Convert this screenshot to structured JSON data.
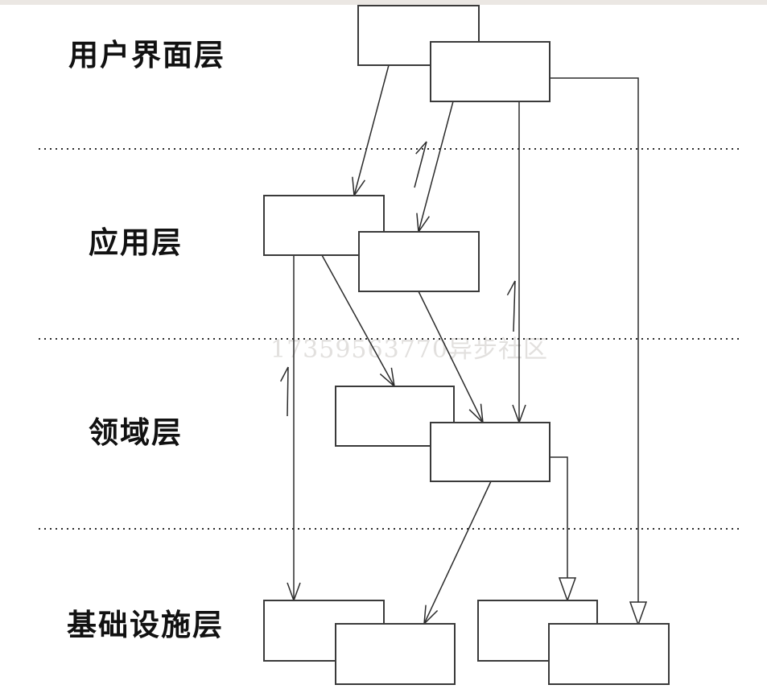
{
  "layers": [
    {
      "label": "用户界面层"
    },
    {
      "label": "应用层"
    },
    {
      "label": "领域层"
    },
    {
      "label": "基础设施层"
    }
  ],
  "watermark": {
    "text": "17359563770异步社区"
  },
  "colors": {
    "top_strip": "#ebe7e3",
    "line": "#2b2b2b",
    "box_border": "#3a3a3a",
    "box_fill": "#ffffff",
    "watermark_color": "#e2e0de",
    "label_color": "#111111"
  }
}
